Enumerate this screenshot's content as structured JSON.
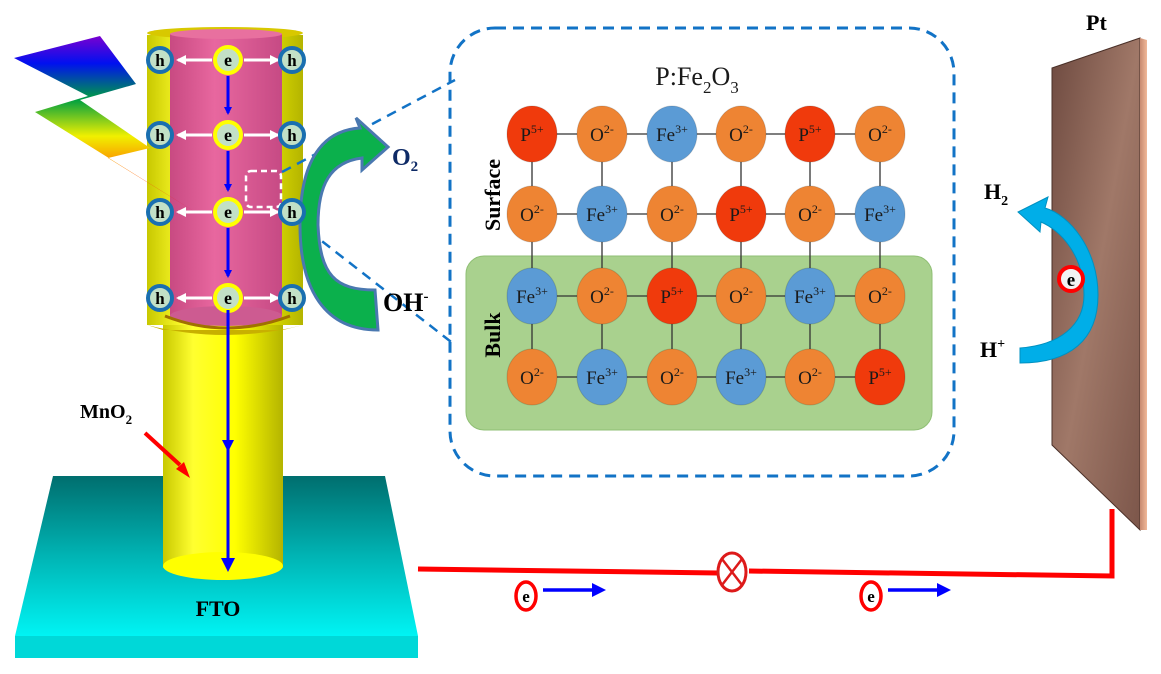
{
  "title": "P:Fe2O3 photoanode with MnO2 shell for water splitting",
  "labels": {
    "fto": "FTO",
    "mno2_main": "MnO",
    "mno2_sub": "2",
    "o2_main": "O",
    "o2_sub": "2",
    "oh_main": "OH",
    "oh_sup": "-",
    "h2_main": "H",
    "h2_sub": "2",
    "hplus_main": "H",
    "hplus_sup": "+",
    "pt": "Pt",
    "electron": "e",
    "hole": "h"
  },
  "inset": {
    "title_prefix": "P:Fe",
    "title_sub1": "2",
    "title_mid": "O",
    "title_sub2": "3",
    "surface_label": "Surface",
    "bulk_label": "Bulk",
    "rows": [
      [
        "P5+",
        "O2-",
        "Fe3+",
        "O2-",
        "P5+",
        "O2-"
      ],
      [
        "O2-",
        "Fe3+",
        "O2-",
        "P5+",
        "O2-",
        "Fe3+"
      ],
      [
        "Fe3+",
        "O2-",
        "P5+",
        "O2-",
        "Fe3+",
        "O2-"
      ],
      [
        "O2-",
        "Fe3+",
        "O2-",
        "Fe3+",
        "O2-",
        "P5+"
      ]
    ],
    "ion_display": {
      "P5+": {
        "base": "P",
        "charge": "5+",
        "color": "#f03a0c"
      },
      "O2-": {
        "base": "O",
        "charge": "2-",
        "color": "#ee8433"
      },
      "Fe3+": {
        "base": "Fe",
        "charge": "3+",
        "color": "#5b9bd5"
      }
    }
  },
  "colors": {
    "dashed_border": "#1273c6",
    "bulk_fill": "#a9d18e",
    "wire": "#ff0000",
    "arrow_blue": "#0000ff",
    "green_arrow": "#0bb04c",
    "cyan_arrow": "#00aee8",
    "fto": "#00c8c8",
    "mno2": "#ffff00",
    "nanorod": "#e0609a",
    "pt_plate": "#8b5e52"
  },
  "circuit": {
    "meter_symbol": "⊗",
    "electron_markers": 2
  }
}
